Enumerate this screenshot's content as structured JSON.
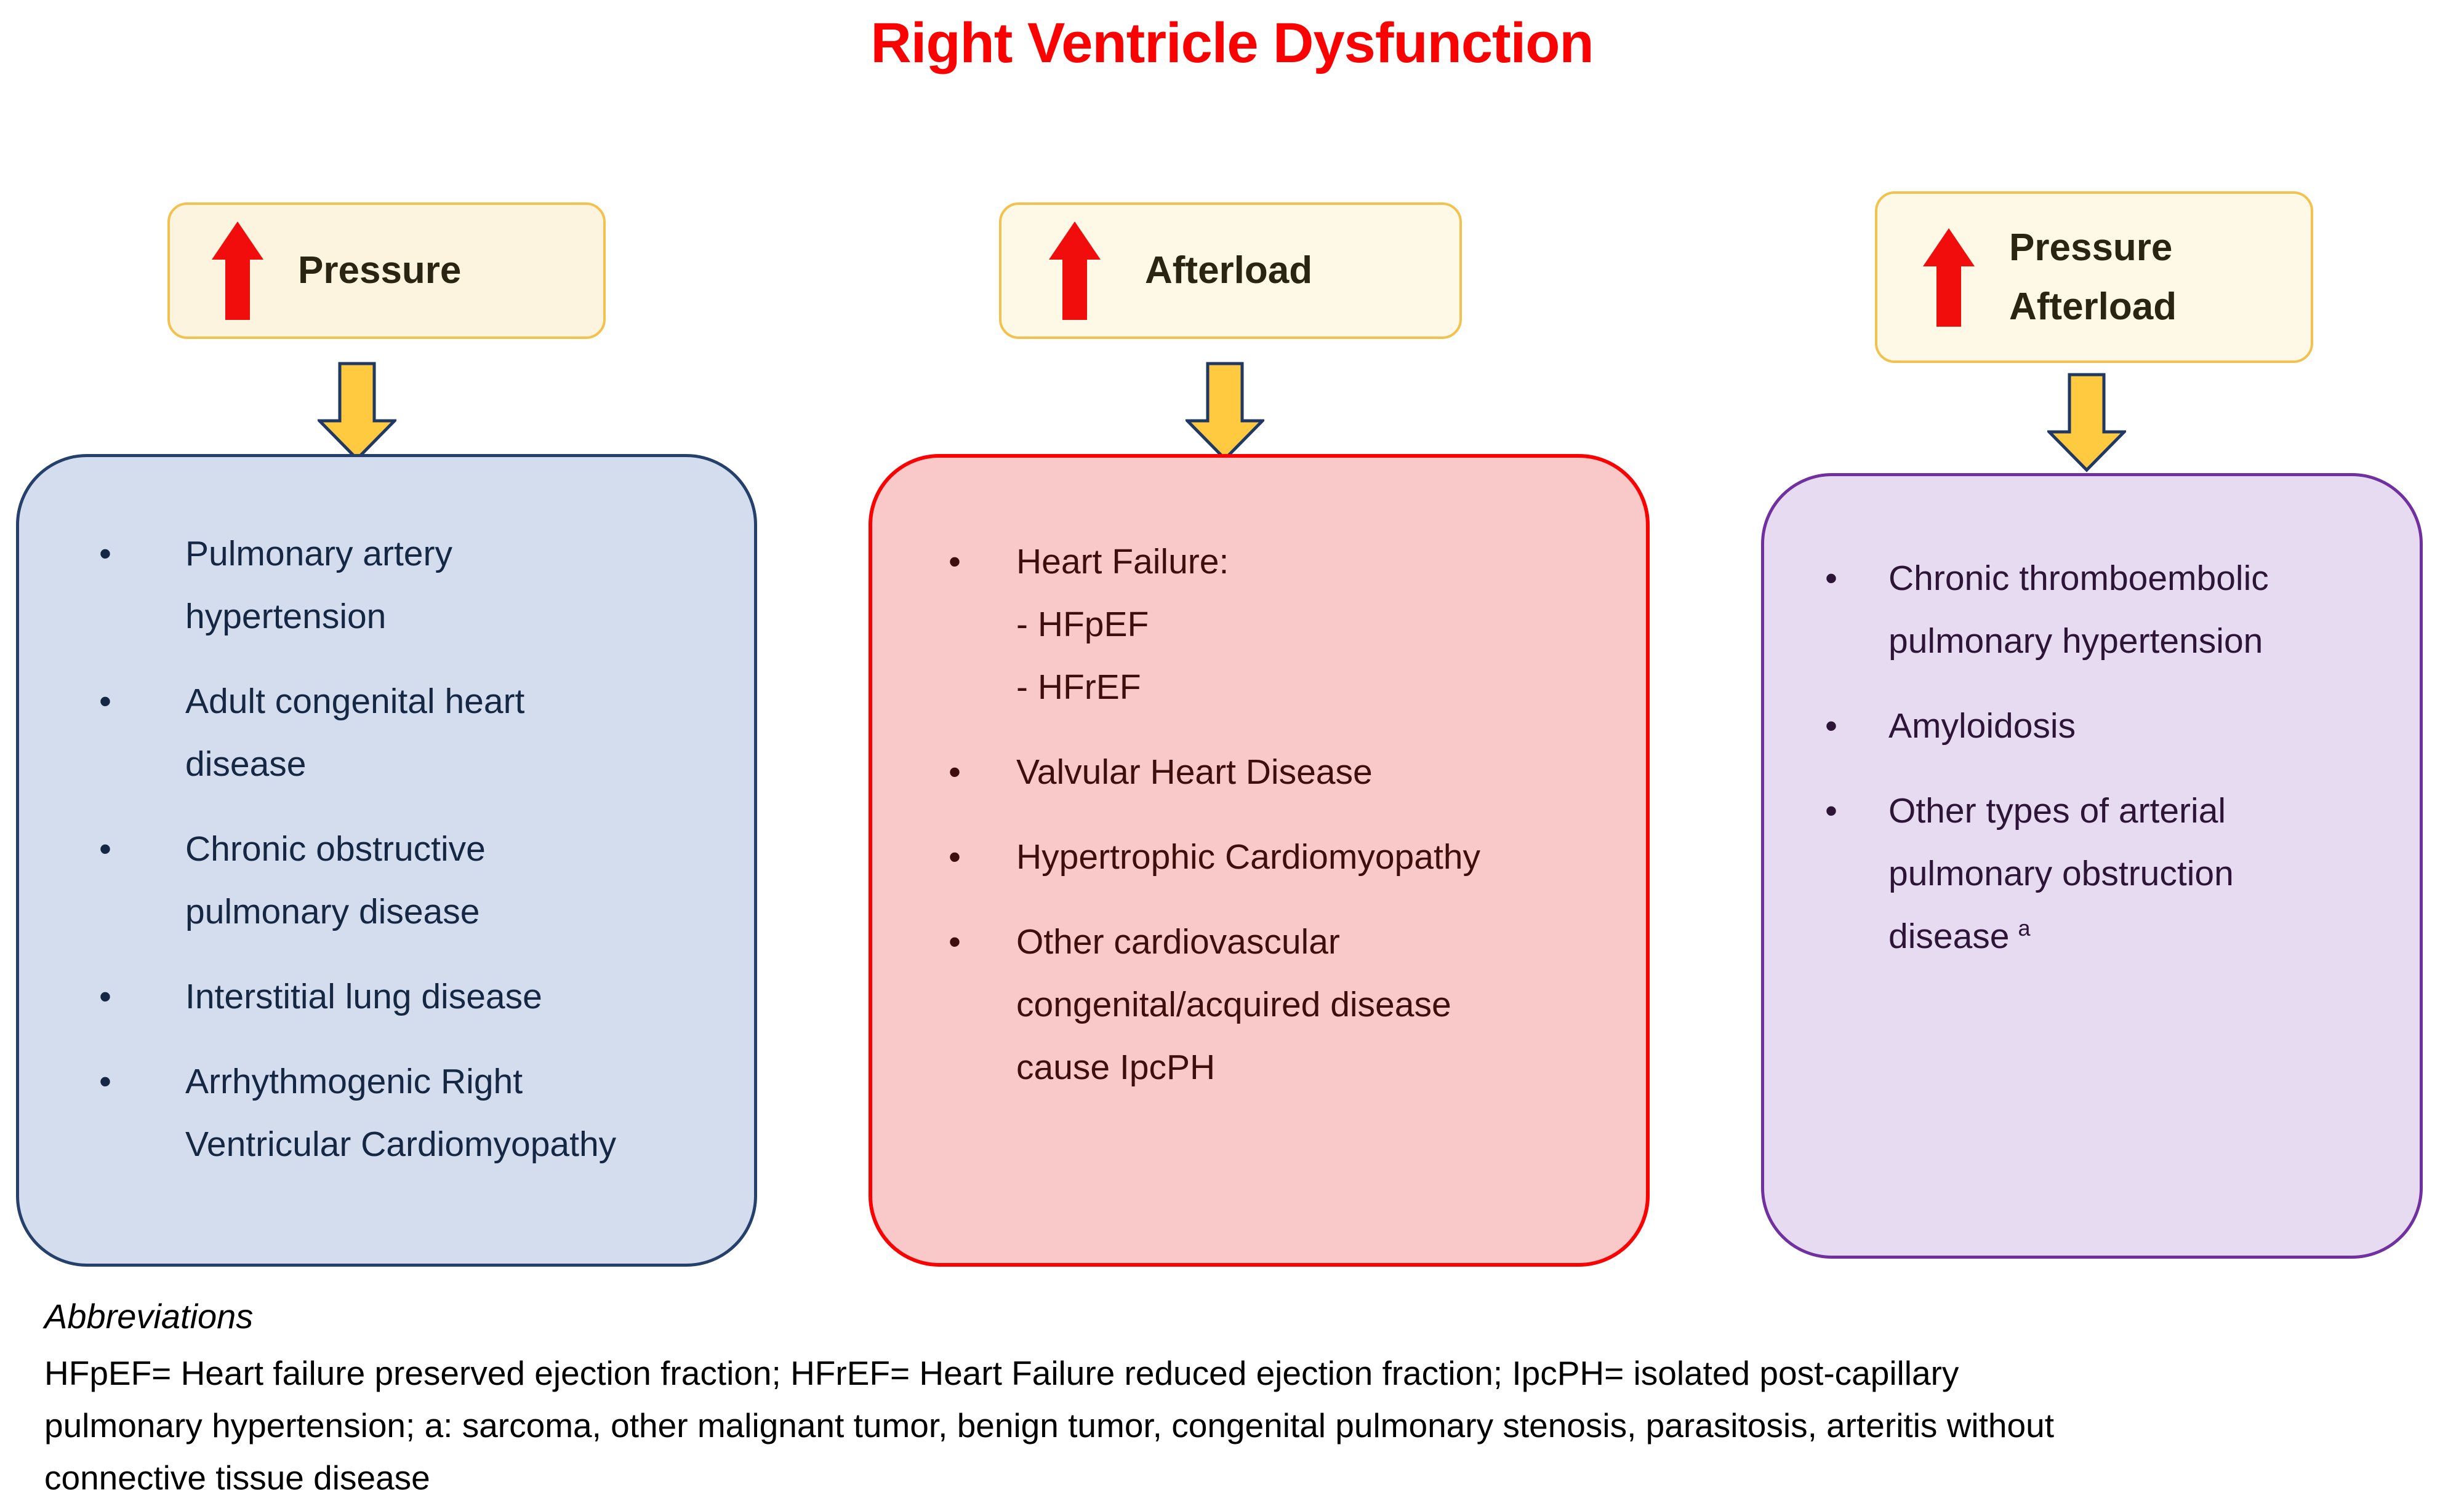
{
  "title": "Right Ventricle Dysfunction",
  "bullet_glyph": "•",
  "colors": {
    "title_red": "#fa0202",
    "header_fill": "#fcf4df",
    "header_border": "#f2c14e",
    "up_arrow_red": "#f20d0d",
    "down_arrow_gold": "#ffc940",
    "down_arrow_outline": "#203864",
    "blue_box_fill": "#d3ddee",
    "blue_box_border": "#24406b",
    "blue_text": "#152742",
    "red_box_fill": "#f9c9c9",
    "red_box_border": "#fa0202",
    "red_text": "#400d0d",
    "purple_box_fill": "#e7dbf1",
    "purple_box_border": "#7030a0",
    "purple_text": "#2d1538"
  },
  "icons": {
    "up_arrow": "up-arrow-icon",
    "down_arrow": "down-arrow-icon"
  },
  "columns": [
    {
      "header": {
        "label_lines": [
          "Pressure"
        ]
      },
      "items": [
        {
          "lines": [
            "Pulmonary artery",
            "hypertension"
          ]
        },
        {
          "lines": [
            "Adult congenital heart",
            "disease"
          ]
        },
        {
          "lines": [
            "Chronic obstructive",
            "pulmonary disease"
          ]
        },
        {
          "lines": [
            "Interstitial lung disease"
          ]
        },
        {
          "lines": [
            "Arrhythmogenic Right",
            "Ventricular Cardiomyopathy"
          ]
        }
      ]
    },
    {
      "header": {
        "label_lines": [
          "Afterload"
        ]
      },
      "items": [
        {
          "lines": [
            "Heart Failure:",
            "- HFpEF",
            "- HFrEF"
          ]
        },
        {
          "lines": [
            "Valvular Heart Disease"
          ]
        },
        {
          "lines": [
            "Hypertrophic Cardiomyopathy"
          ]
        },
        {
          "lines": [
            "Other cardiovascular",
            "congenital/acquired disease",
            "cause IpcPH"
          ]
        }
      ]
    },
    {
      "header": {
        "label_lines": [
          "Pressure",
          "Afterload"
        ]
      },
      "items": [
        {
          "lines": [
            "Chronic thromboembolic",
            "pulmonary hypertension"
          ]
        },
        {
          "lines": [
            "Amyloidosis"
          ]
        },
        {
          "lines": [
            "Other types of arterial",
            "pulmonary obstruction",
            "disease"
          ],
          "sup": "a"
        }
      ]
    }
  ],
  "abbreviations": {
    "heading": "Abbreviations",
    "lines": [
      "HFpEF= Heart failure preserved ejection fraction; HFrEF= Heart Failure reduced ejection fraction; IpcPH= isolated post-capillary",
      "pulmonary hypertension; a: sarcoma, other malignant tumor, benign tumor, congenital pulmonary stenosis, parasitosis, arteritis without",
      "connective tissue disease"
    ]
  }
}
